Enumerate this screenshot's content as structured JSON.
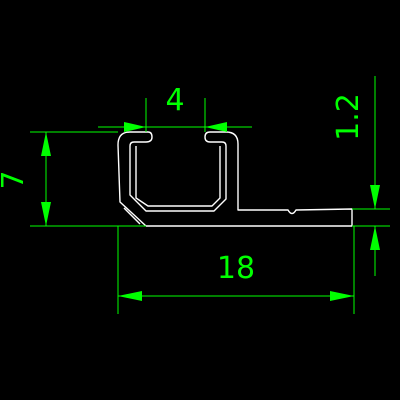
{
  "drawing": {
    "background_color": "#000000",
    "profile_color": "#ffffff",
    "dimension_color": "#00ff00",
    "dimensions": {
      "slot_width": "4",
      "height": "7",
      "thickness": "1.2",
      "total_width": "18"
    }
  }
}
